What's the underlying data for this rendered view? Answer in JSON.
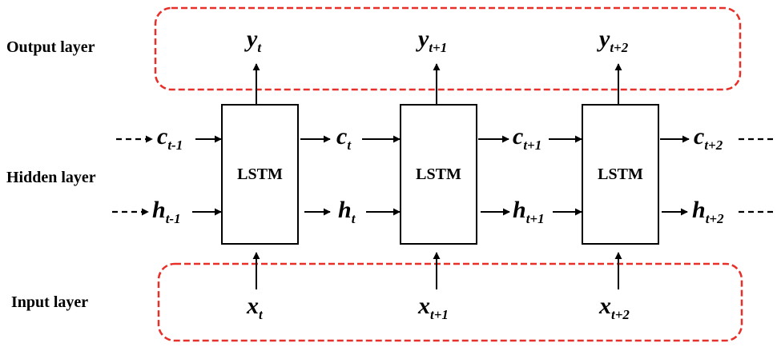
{
  "layers": {
    "output": "Output layer",
    "hidden": "Hidden layer",
    "input": "Input layer"
  },
  "cell_label": "LSTM",
  "cells": [
    {
      "y": {
        "base": "y",
        "sub": "t"
      },
      "x": {
        "base": "x",
        "sub": "t"
      },
      "c_in": {
        "base": "c",
        "sub": "t-1"
      },
      "h_in": {
        "base": "h",
        "sub": "t-1"
      },
      "c_out": {
        "base": "c",
        "sub": "t"
      },
      "h_out": {
        "base": "h",
        "sub": "t"
      }
    },
    {
      "y": {
        "base": "y",
        "sub": "t+1"
      },
      "x": {
        "base": "x",
        "sub": "t+1"
      },
      "c_out": {
        "base": "c",
        "sub": "t+1"
      },
      "h_out": {
        "base": "h",
        "sub": "t+1"
      }
    },
    {
      "y": {
        "base": "y",
        "sub": "t+2"
      },
      "x": {
        "base": "x",
        "sub": "t+2"
      },
      "c_out": {
        "base": "c",
        "sub": "t+2"
      },
      "h_out": {
        "base": "h",
        "sub": "t+2"
      }
    }
  ],
  "colors": {
    "stroke": "#000000",
    "layer_box": "#e8302a"
  }
}
